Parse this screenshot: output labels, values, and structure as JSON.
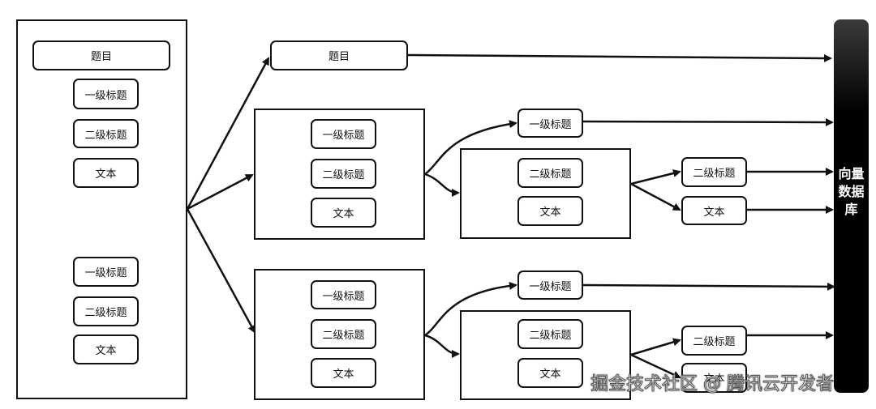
{
  "doc": {
    "title": "题目",
    "h1": "一级标题",
    "h2": "二级标题",
    "text": "文本"
  },
  "stages": {
    "title_node": "题目",
    "group1": {
      "h1": "一级标题",
      "h2": "二级标题",
      "text": "文本"
    },
    "group2": {
      "h1": "一级标题",
      "h2": "二级标题",
      "text": "文本"
    }
  },
  "sub_frames": {
    "g1": {
      "h2": "二级标题",
      "text": "文本"
    },
    "g2": {
      "h2": "二级标题",
      "text": "文本"
    }
  },
  "extracted": {
    "g1_h1": "一级标题",
    "g1_h2": "二级标题",
    "g1_text": "文本",
    "g2_h1": "一级标题",
    "g2_h2": "二级标题",
    "g2_text": "文本"
  },
  "database": {
    "label": "向量数据库"
  },
  "watermark": "掘金技术社区 @ 腾讯云开发者"
}
